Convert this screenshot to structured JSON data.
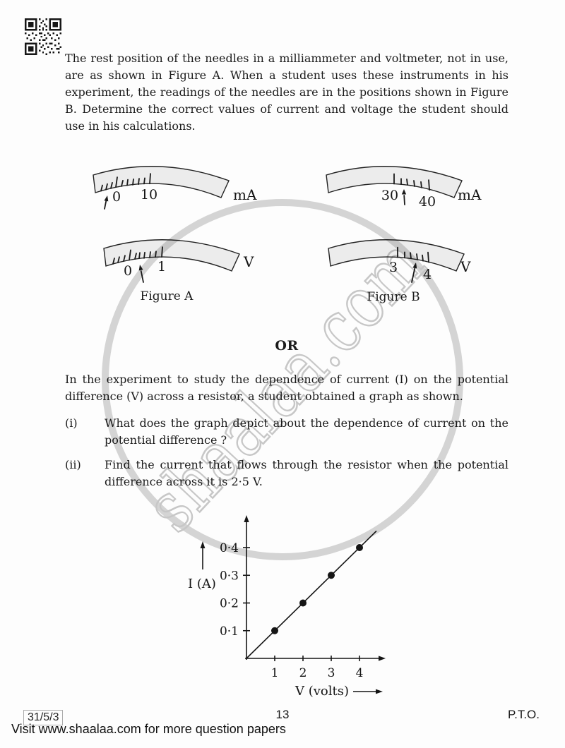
{
  "page": {
    "watermark": "shaalaa.com",
    "visit_line": "Visit www.shaalaa.com for more question papers",
    "footer": {
      "paper_code": "31/5/3",
      "page_number": "13",
      "pto": "P.T.O."
    }
  },
  "question": {
    "intro": "The rest position of the needles in a milliammeter and voltmeter, not in use, are as shown in Figure A. When a student uses these instruments in his experiment, the readings of the needles are in the positions shown in Figure B. Determine the correct values of current and voltage the student should use in his calculations.",
    "or_label": "OR",
    "alt_intro": "In the experiment to study the dependence of current (I) on the potential difference (V) across a resistor, a student obtained a graph as shown.",
    "parts": [
      {
        "marker": "(i)",
        "text": "What does the graph depict about the dependence of current on the potential difference ?"
      },
      {
        "marker": "(ii)",
        "text": "Find the current that flows through the resistor when the potential difference across it is 2·5 V."
      }
    ]
  },
  "figures": {
    "figure_a": {
      "caption": "Figure A",
      "milliammeter": {
        "unit": "mA",
        "scale_labels": [
          "0",
          "10"
        ],
        "needle_estimate_mA": -2.5
      },
      "voltmeter": {
        "unit": "V",
        "scale_labels": [
          "0",
          "1"
        ],
        "needle_estimate_V": 0.3
      }
    },
    "figure_b": {
      "caption": "Figure B",
      "milliammeter": {
        "unit": "mA",
        "scale_labels": [
          "30",
          "40"
        ],
        "needle_estimate_mA": 33
      },
      "voltmeter": {
        "unit": "V",
        "scale_labels": [
          "3",
          "4"
        ],
        "needle_estimate_V": 3.6
      }
    }
  },
  "chart_data": {
    "type": "scatter",
    "x": [
      1,
      2,
      3,
      4
    ],
    "y": [
      0.1,
      0.2,
      0.3,
      0.4
    ],
    "xlabel": "V (volts)",
    "ylabel": "I (A)",
    "xtick_labels": [
      "1",
      "2",
      "3",
      "4"
    ],
    "ytick_labels": [
      "0·1",
      "0·2",
      "0·3",
      "0·4"
    ],
    "xlim": [
      0,
      4.6
    ],
    "ylim": [
      0,
      0.46
    ],
    "grid": false,
    "line_through_origin": true
  }
}
